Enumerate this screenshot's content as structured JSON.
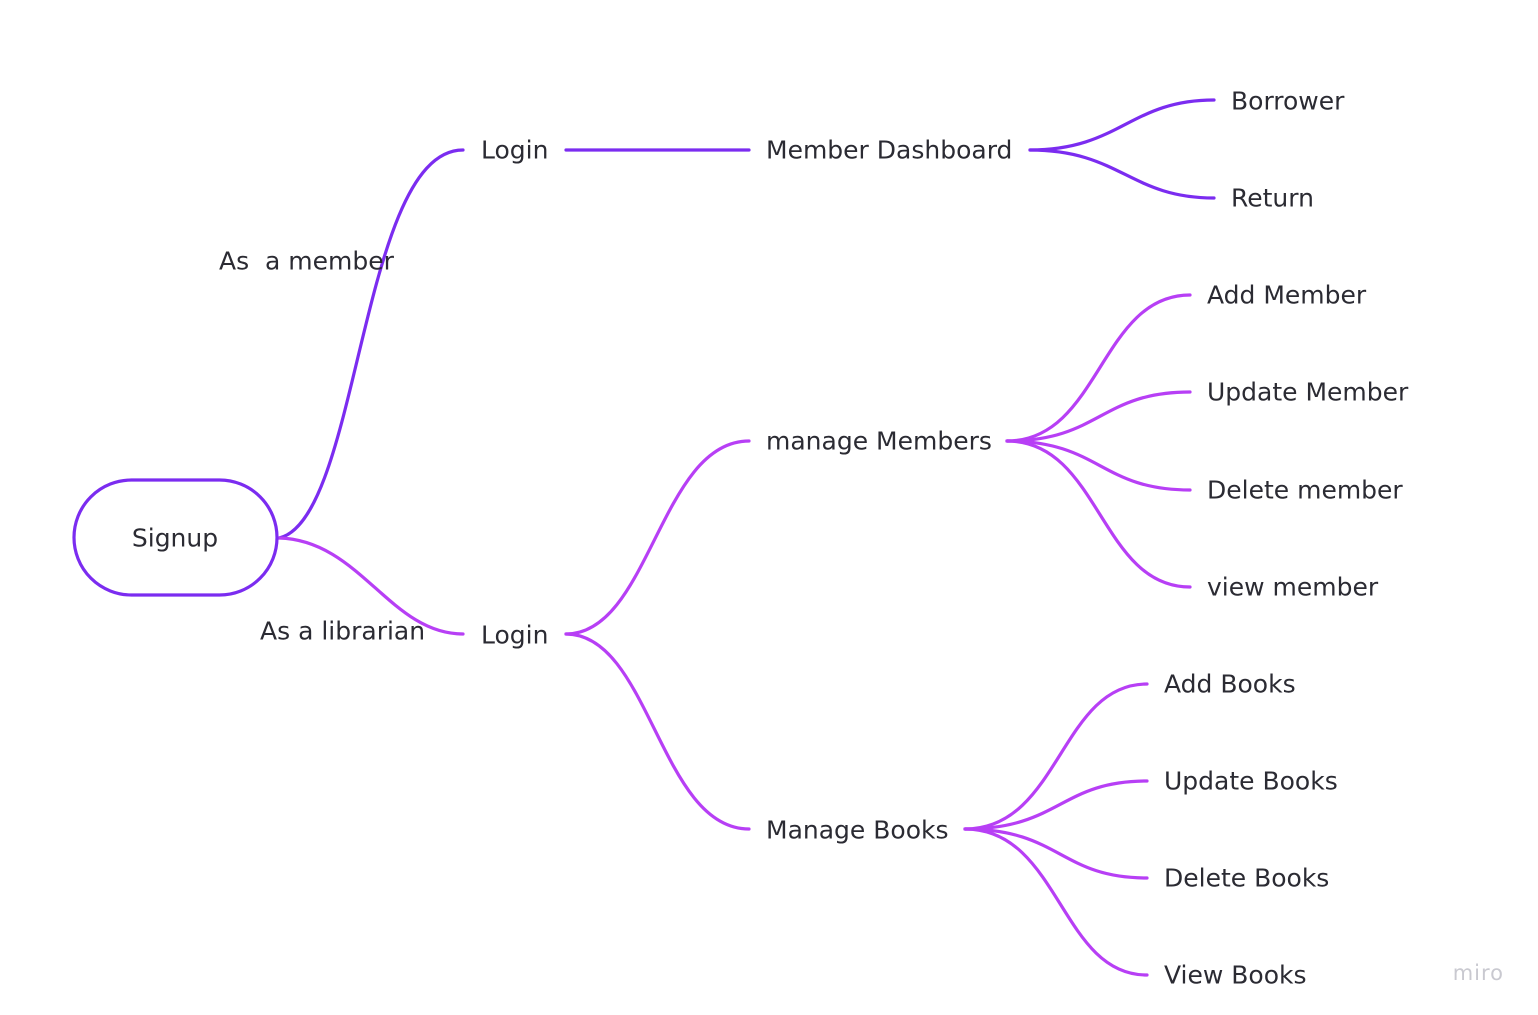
{
  "colors": {
    "member_branch": "#7b2cf0",
    "librarian_branch": "#b73ff5",
    "text": "#2b2b33",
    "watermark": "#c9c9d0"
  },
  "root": {
    "label": "Signup"
  },
  "edge_labels": {
    "member": "As  a member",
    "librarian": "As a librarian"
  },
  "member": {
    "login": "Login",
    "dashboard": "Member Dashboard",
    "children": [
      "Borrower",
      "Return"
    ]
  },
  "librarian": {
    "login": "Login",
    "manage_members": "manage Members",
    "member_children": [
      "Add Member",
      "Update Member",
      "Delete member",
      "view member"
    ],
    "manage_books": "Manage Books",
    "book_children": [
      "Add Books",
      "Update Books",
      "Delete Books",
      "View Books"
    ]
  },
  "watermark": "miro"
}
